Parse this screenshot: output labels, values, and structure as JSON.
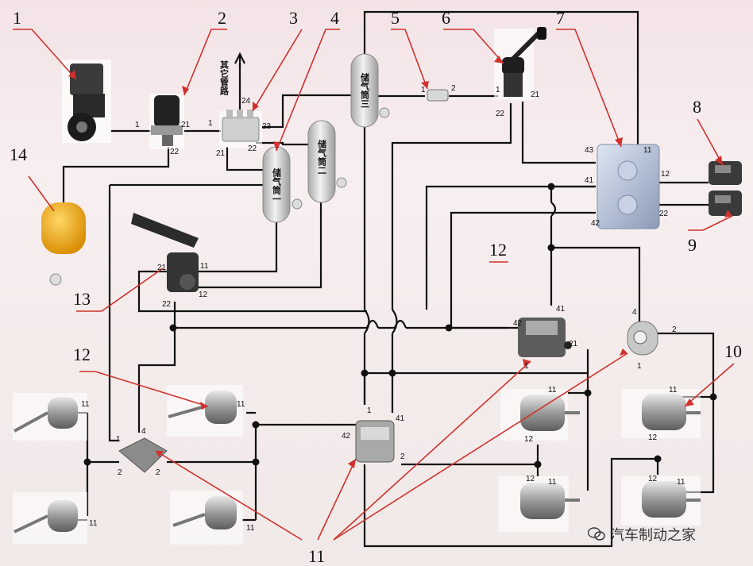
{
  "callouts": {
    "c1": "1",
    "c2": "2",
    "c3": "3",
    "c4": "4",
    "c5": "5",
    "c6": "6",
    "c7": "7",
    "c8": "8",
    "c9": "9",
    "c10": "10",
    "c11": "11",
    "c12a": "12",
    "c12b": "12",
    "c13": "13",
    "c14": "14"
  },
  "labels": {
    "other_pipes": "其它管路",
    "tank3": "储气筒三",
    "tank2": "储气筒二",
    "tank1": "储气筒一"
  },
  "ports": {
    "p1": "1",
    "p2": "2",
    "p4": "4",
    "p11": "11",
    "p12": "12",
    "p21": "21",
    "p22": "22",
    "p23": "23",
    "p24": "24",
    "p41": "41",
    "p42": "42",
    "p43": "43"
  },
  "watermark": "汽车制动之家",
  "colors": {
    "pipe": "#111111",
    "callout_line": "#d0312d",
    "tank": "#dcdcdc",
    "yellow_tank": "#f2b21a",
    "valve_blue": "#b9c6dd"
  }
}
